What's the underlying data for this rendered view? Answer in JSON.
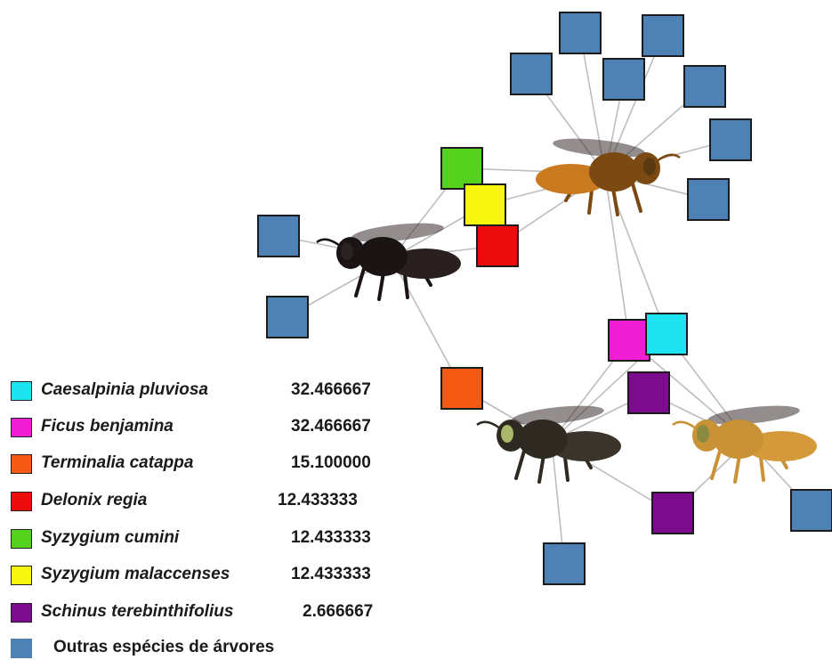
{
  "colors": {
    "caesalpinia": "#1ee3f0",
    "ficus": "#f01ed2",
    "terminalia": "#f55a14",
    "delonix": "#ec0c0c",
    "cumini": "#56d21e",
    "malaccenses": "#f8f50e",
    "schinus": "#7b0c8e",
    "others": "#4f82b4",
    "edge": "#bdbdbd"
  },
  "legend": {
    "items": [
      {
        "name": "Caesalpinia pluviosa",
        "value": "32.466667",
        "color": "#1ee3f0"
      },
      {
        "name": "Ficus benjamina",
        "value": "32.466667",
        "color": "#f01ed2"
      },
      {
        "name": "Terminalia catappa",
        "value": "15.100000",
        "color": "#f55a14"
      },
      {
        "name": "Delonix regia",
        "value": "12.433333",
        "color": "#ec0c0c"
      },
      {
        "name": "Syzygium cumini",
        "value": "12.433333",
        "color": "#56d21e"
      },
      {
        "name": "Syzygium malaccenses",
        "value": "12.433333",
        "color": "#f8f50e"
      },
      {
        "name": "Schinus terebinthifolius",
        "value": "2.666667",
        "color": "#7b0c8e"
      }
    ],
    "others_label": "Outras espécies de árvores"
  },
  "icons": [
    "bee-icon"
  ]
}
